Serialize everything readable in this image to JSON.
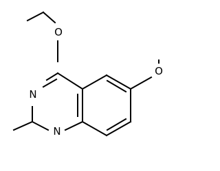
{
  "molecule": {
    "atoms": {
      "o_ethoxy": "O",
      "o_methoxy": "O",
      "n3": "N",
      "n1": "N"
    }
  },
  "colors": {
    "bond": "#000000",
    "label": "#000000",
    "background": "#ffffff"
  }
}
